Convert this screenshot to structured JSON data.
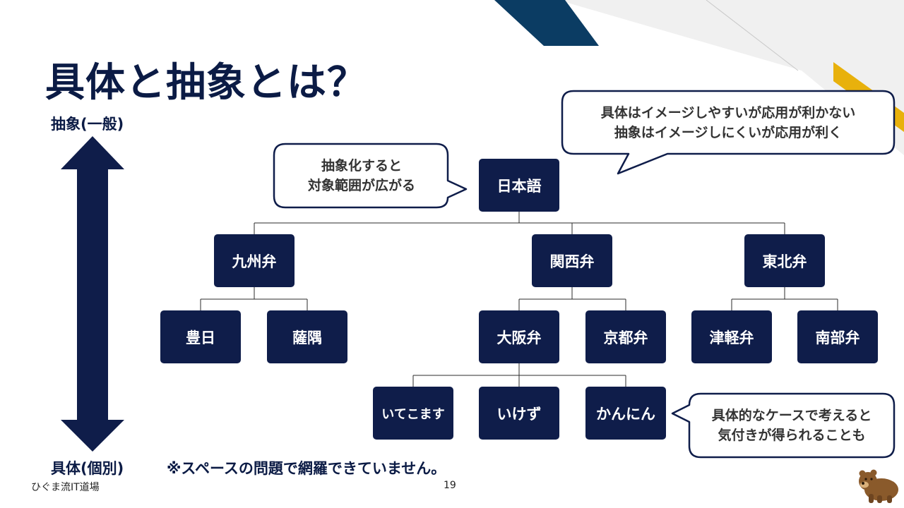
{
  "slide": {
    "title": "具体と抽象とは？",
    "axis_top_label": "抽象(一般)",
    "axis_bottom_label": "具体(個別)",
    "note": "※スペースの問題で網羅できていません。",
    "footer_left": "ひぐま流IT道場",
    "page_number": "19"
  },
  "tree": {
    "root": "日本語",
    "level1": [
      "九州弁",
      "関西弁",
      "東北弁"
    ],
    "level2": [
      "豊日",
      "薩隅",
      "大阪弁",
      "京都弁",
      "津軽弁",
      "南部弁"
    ],
    "level3": [
      "いてこます",
      "いけず",
      "かんにん"
    ]
  },
  "callouts": {
    "abstraction_line1": "抽象化すると",
    "abstraction_line2": "対象範囲が広がる",
    "tradeoff_line1": "具体はイメージしやすいが応用が利かない",
    "tradeoff_line2": "抽象はイメージしにくいが応用が利く",
    "concrete_line1": "具体的なケースで考えると",
    "concrete_line2": "気付きが得られることも"
  },
  "colors": {
    "navy": "#0f1d4a",
    "accent_blue": "#0b3c63",
    "accent_yellow": "#e8b10c",
    "light_gray": "#f0f0f0"
  },
  "icons": {
    "mascot": "bear-icon",
    "axis": "double-arrow-icon"
  }
}
